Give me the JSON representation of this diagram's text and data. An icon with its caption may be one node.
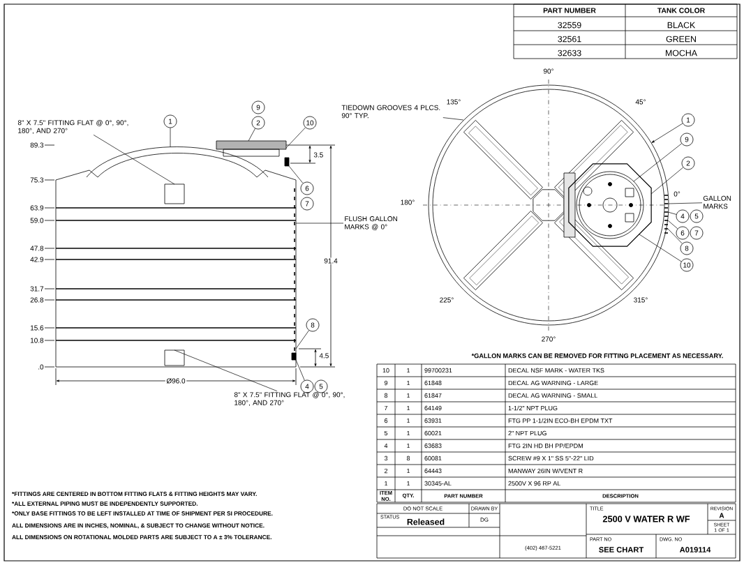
{
  "diagram": {
    "nodes": [
      {
        "text": [
          "8\" X 7.5\" FITTING FLAT @ 0°, 90°, 180°, AND 270°"
        ]
      },
      {
        "text": [
          "1"
        ]
      },
      {
        "text": [
          "9"
        ]
      },
      {
        "text": [
          "2"
        ]
      },
      {
        "text": [
          "10"
        ]
      },
      {
        "text": [
          "TIEDOWN GROOVES 4 PLCS. 90° TYP."
        ]
      },
      {
        "text": [
          "1"
        ]
      },
      {
        "text": [
          "9"
        ]
      },
      {
        "text": [
          "2"
        ]
      },
      {
        "text": [
          "6"
        ]
      },
      {
        "text": [
          "7"
        ]
      },
      {
        "text": [
          "FLUSH GALLON MARKS @ 0°"
        ]
      },
      {
        "text": [
          "GALLON MARKS"
        ]
      },
      {
        "text": [
          "4"
        ]
      },
      {
        "text": [
          "5"
        ]
      },
      {
        "text": [
          "6"
        ]
      },
      {
        "text": [
          "7"
        ]
      },
      {
        "text": [
          "8"
        ]
      },
      {
        "text": [
          "10"
        ]
      },
      {
        "text": [
          "8"
        ]
      },
      {
        "text": [
          "4"
        ]
      },
      {
        "text": [
          "5"
        ]
      },
      {
        "text": [
          "8\" X 7.5\" FITTING FLAT @ 0°, 90°, 180°, AND 270°"
        ]
      },
      {
        "text": [],
        "shape": "picture"
      },
      {
        "text": [],
        "shape": "picture"
      }
    ],
    "edges": [
      {
        "from": 0,
        "to": 23,
        "arrow": "none"
      },
      {
        "from": 1,
        "to": 23,
        "arrow": "none"
      },
      {
        "from": 3,
        "to": 23,
        "arrow": "none"
      },
      {
        "from": 4,
        "to": 23,
        "arrow": "none"
      },
      {
        "from": 5,
        "to": 24,
        "arrow": "none"
      },
      {
        "from": 6,
        "to": 24,
        "arrow": "to"
      },
      {
        "from": 7,
        "to": 24,
        "arrow": "none"
      },
      {
        "from": 8,
        "to": 24,
        "arrow": "none"
      },
      {
        "from": 9,
        "to": 23,
        "arrow": "none"
      },
      {
        "from": 11,
        "to": 23,
        "arrow": "none"
      },
      {
        "from": 12,
        "to": 24,
        "arrow": "none"
      },
      {
        "from": 13,
        "to": 24,
        "arrow": "none"
      },
      {
        "from": 15,
        "to": 24,
        "arrow": "none"
      },
      {
        "from": 17,
        "to": 24,
        "arrow": "none"
      },
      {
        "from": 18,
        "to": 24,
        "arrow": "none"
      },
      {
        "from": 19,
        "to": 23,
        "arrow": "none"
      },
      {
        "from": 20,
        "to": 23,
        "arrow": "none"
      },
      {
        "from": 22,
        "to": 23,
        "arrow": "none"
      }
    ],
    "labels": [
      "PART NUMBER",
      "TANK COLOR",
      "32559",
      "BLACK",
      "32561",
      "GREEN",
      "32633",
      "MOCHA",
      "89.3",
      "75.3",
      "63.9",
      "59.0",
      "47.8",
      "42.9",
      "31.7",
      "26.8",
      "15.6",
      "10.8",
      ".0",
      "3.5",
      "91.4",
      "4.5",
      "Ø96.0",
      "90°",
      "135°",
      "45°",
      "180°",
      "0°",
      "225°",
      "315°",
      "270°",
      "*GALLON MARKS CAN BE REMOVED FOR FITTING PLACEMENT AS NECESSARY.",
      "10",
      "1",
      "99700231",
      "DECAL NSF MARK - WATER TKS",
      "9",
      "1",
      "61848",
      "DECAL AG WARNING - LARGE",
      "8",
      "1",
      "61847",
      "DECAL AG WARNING - SMALL",
      "7",
      "1",
      "64149",
      "1-1/2\" NPT PLUG",
      "6",
      "1",
      "63931",
      "FTG PP 1-1/2IN ECO-BH EPDM TXT",
      "5",
      "1",
      "60021",
      "2\" NPT PLUG",
      "4",
      "1",
      "63683",
      "FTG 2IN HD BH PP/EPDM",
      "3",
      "8",
      "60081",
      "SCREW #9 X 1\" SS 5\"-22\" LID",
      "2",
      "1",
      "64443",
      "MANWAY 26IN W/VENT R",
      "1",
      "1",
      "30345-AL",
      "2500V X 96 RP AL",
      "ITEM NO.",
      "QTY.",
      "PART NUMBER",
      "DESCRIPTION",
      "DO NOT SCALE",
      "DRAWN BY",
      "STATUS",
      "Released",
      "DG",
      "TITLE",
      "2500 V WATER R WF",
      "REVISION",
      "A",
      "SHEET 1 OF 1",
      "(402) 467-5221",
      "PART NO",
      "SEE CHART",
      "DWG. NO",
      "A019114",
      "*FITTINGS ARE CENTERED IN BOTTOM FITTING FLATS & FITTING HEIGHTS MAY VARY.",
      "*ALL EXTERNAL PIPING MUST BE INDEPENDENTLY SUPPORTED.",
      "*ONLY BASE FITTINGS TO BE LEFT INSTALLED AT TIME OF SHIPMENT PER SI PROCEDURE.",
      "ALL DIMENSIONS ARE IN INCHES, NOMINAL, & SUBJECT TO CHANGE WITHOUT NOTICE.",
      "ALL DIMENSIONS ON ROTATIONAL MOLDED PARTS ARE SUBJECT TO A ± 3% TOLERANCE."
    ]
  }
}
